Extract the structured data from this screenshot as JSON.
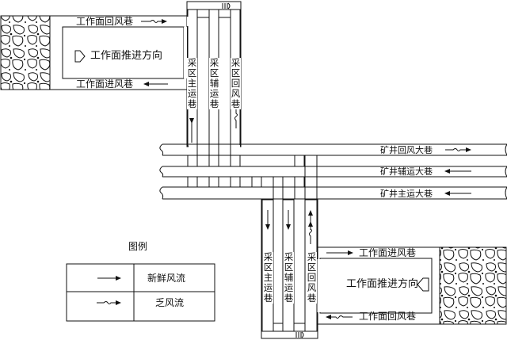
{
  "upper_face": {
    "return_airway": "工作面回风巷",
    "haulage_airway": "工作面进风巷",
    "advance_direction": "工作面推进方向"
  },
  "lower_face": {
    "intake_airway": "工作面进风巷",
    "return_airway": "工作面回风巷",
    "advance_direction": "工作面推进方向"
  },
  "upper_district": {
    "haulage_roadway": "采区主运巷",
    "auxiliary_roadway": "采区辅运巷",
    "return_roadway": "采区回风巷"
  },
  "lower_district": {
    "haulage_roadway": "采区主运巷",
    "auxiliary_roadway": "采区辅运巷",
    "return_roadway": "采区回风巷"
  },
  "main_roadways": {
    "return": "矿井回风大巷",
    "auxiliary": "矿井辅运大巷",
    "haulage": "矿井主运大巷"
  },
  "legend": {
    "title": "图例",
    "fresh_air": "新鲜风流",
    "stale_air": "乏风流"
  }
}
